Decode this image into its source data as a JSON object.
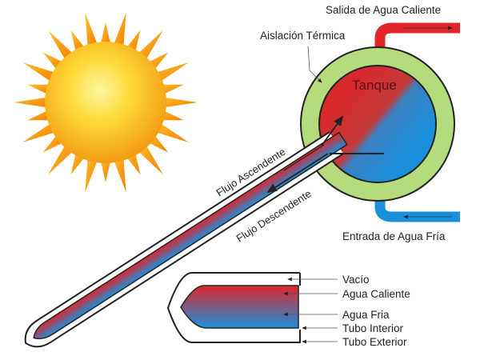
{
  "labels": {
    "hot_outlet": "Salida de Agua Caliente",
    "insulation": "Aislación Térmica",
    "tank": "Tanque",
    "up_flow": "Flujo Ascendente",
    "down_flow": "Flujo Descendente",
    "cold_inlet": "Entrada de Agua Fría",
    "vacuum": "Vacío",
    "hot_water": "Agua Caliente",
    "cold_water": "Agua Fria",
    "inner_tube": "Tubo Interior",
    "outer_tube": "Tubo Exterior"
  },
  "colors": {
    "hot": "#e0262a",
    "cold": "#1a8fdc",
    "insulation": "#b5dc7c",
    "sun": "#f7a21b"
  }
}
